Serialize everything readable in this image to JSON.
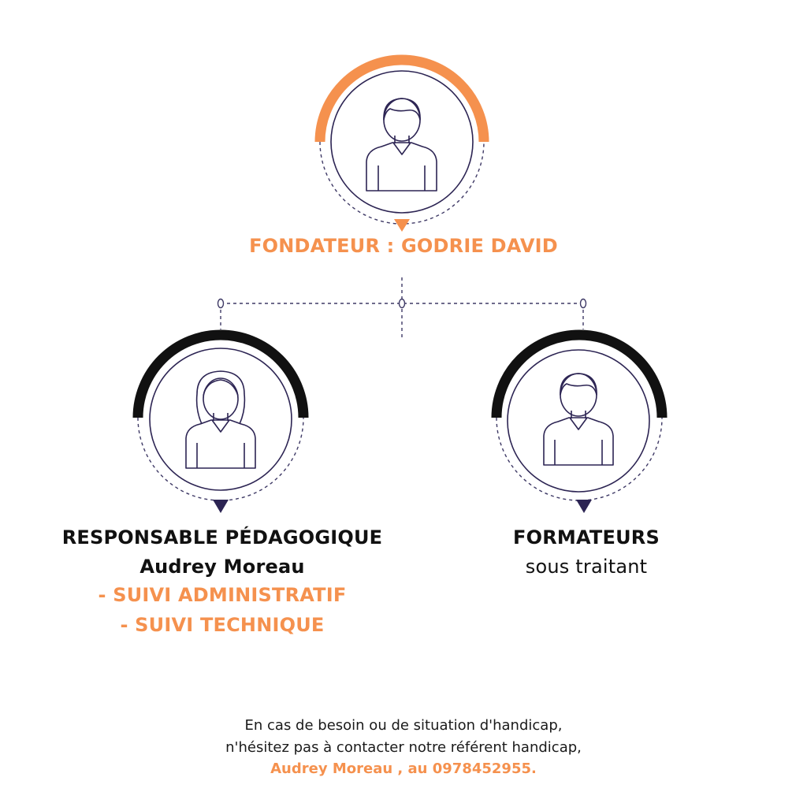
{
  "colors": {
    "accent": "#f5914e",
    "navy": "#2c2453",
    "dark": "#111111",
    "dashed": "#3f3a66"
  },
  "nodes": {
    "founder": {
      "label": "FONDATEUR : GODRIE DAVID",
      "icon": "man-avatar-icon",
      "arc_color": "#f5914e"
    },
    "responsable": {
      "title": "RESPONSABLE PÉDAGOGIQUE",
      "name": "Audrey Moreau",
      "duties": [
        "- SUIVI ADMINISTRATIF",
        "- SUIVI TECHNIQUE"
      ],
      "icon": "woman-avatar-icon",
      "arc_color": "#111111"
    },
    "formateurs": {
      "title": "FORMATEURS",
      "subtitle": "sous traitant",
      "icon": "man-avatar-icon",
      "arc_color": "#111111"
    }
  },
  "note": {
    "line1": "En cas de besoin ou de situation d'handicap,",
    "line2": "n'hésitez pas à contacter notre référent handicap,",
    "line3": "Audrey Moreau , au 0978452955."
  }
}
